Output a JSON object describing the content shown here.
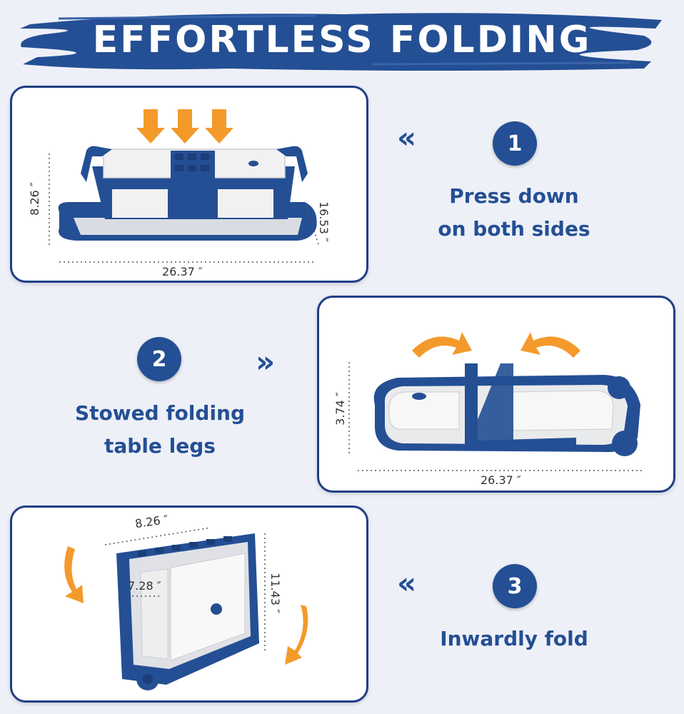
{
  "banner": {
    "title": "EFFORTLESS FOLDING"
  },
  "colors": {
    "navy": "#244f94",
    "border": "#1f3f86",
    "orange": "#f39a2b",
    "background": "#eef0f8"
  },
  "steps": [
    {
      "number": "1",
      "chevron": "«",
      "line1": "Press down",
      "line2": "on both sides",
      "dims": {
        "height": "8.26 ″",
        "depth": "16.53 ″",
        "length": "26.37 ″"
      }
    },
    {
      "number": "2",
      "chevron": "»",
      "line1": "Stowed folding",
      "line2": "table legs",
      "dims": {
        "height": "3.74 ″",
        "length": "26.37 ″"
      }
    },
    {
      "number": "3",
      "chevron": "«",
      "line1": "Inwardly fold",
      "line2": "",
      "dims": {
        "top": "8.26 ″",
        "inner": "7.28 ″",
        "height": "11.43 ″"
      }
    }
  ]
}
